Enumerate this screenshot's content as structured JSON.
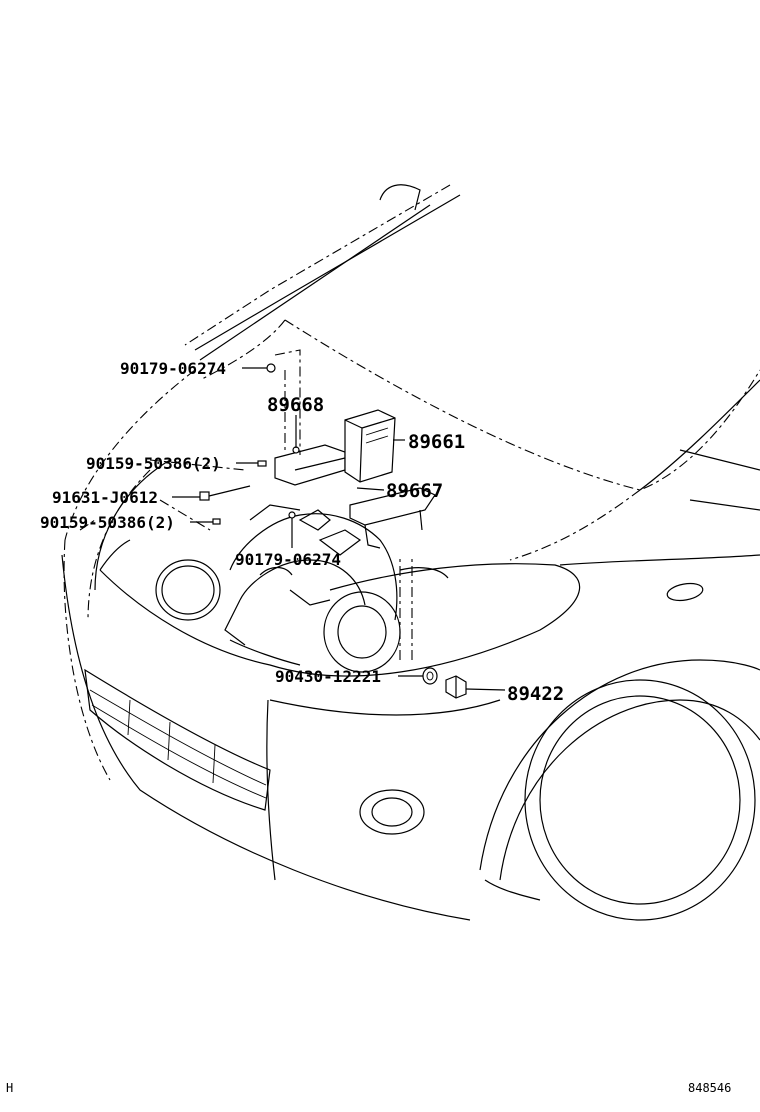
{
  "corner_letter": "H",
  "figure_number": "848546",
  "callouts": {
    "bolt_top": "90179-06274",
    "ecu_bracket": "89668",
    "ecu": "89661",
    "bolt_left_1": "90159-50386(2)",
    "clamp": "91631-J0612",
    "bolt_left_2": "90159-50386(2)",
    "bracket": "89667",
    "bolt_center": "90179-06274",
    "gasket": "90430-12221",
    "sensor": "89422"
  }
}
